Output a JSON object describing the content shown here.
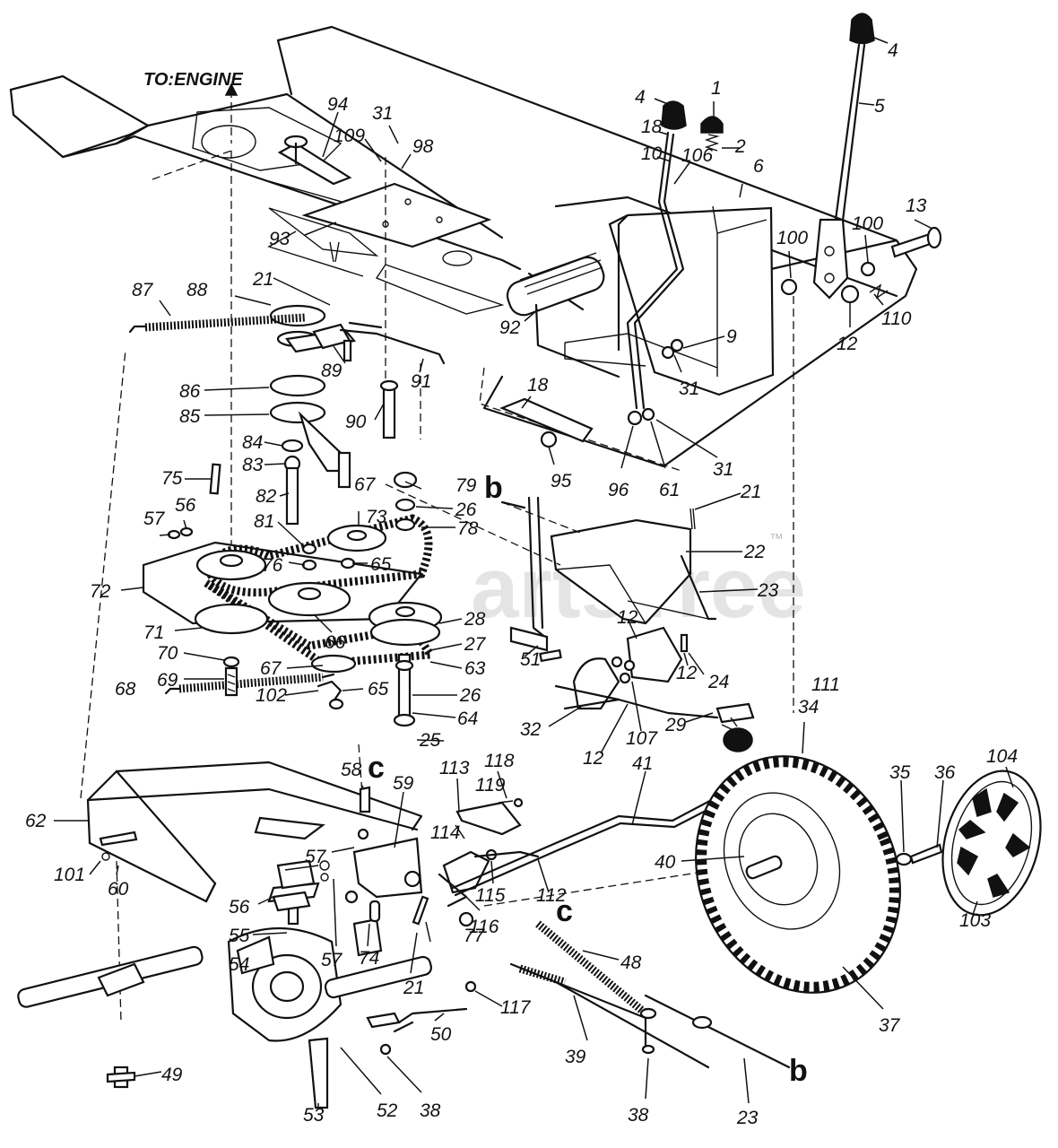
{
  "header": {
    "engine_label": "TO:ENGINE"
  },
  "watermark": {
    "text": "artsTree",
    "trademark": "™"
  },
  "labels": [
    {
      "key": "p4a",
      "text": "4"
    },
    {
      "key": "p4b",
      "text": "4"
    },
    {
      "key": "p5",
      "text": "5"
    },
    {
      "key": "p1",
      "text": "1"
    },
    {
      "key": "p2",
      "text": "2"
    },
    {
      "key": "p18a",
      "text": "18"
    },
    {
      "key": "p10",
      "text": "10"
    },
    {
      "key": "p106",
      "text": "106"
    },
    {
      "key": "p6",
      "text": "6"
    },
    {
      "key": "p13",
      "text": "13"
    },
    {
      "key": "p100a",
      "text": "100"
    },
    {
      "key": "p100b",
      "text": "100"
    },
    {
      "key": "p110",
      "text": "110"
    },
    {
      "key": "p12a",
      "text": "12"
    },
    {
      "key": "p9",
      "text": "9"
    },
    {
      "key": "p31a",
      "text": "31"
    },
    {
      "key": "p31b",
      "text": "31"
    },
    {
      "key": "p31c",
      "text": "31"
    },
    {
      "key": "p94",
      "text": "94"
    },
    {
      "key": "p109",
      "text": "109"
    },
    {
      "key": "p98",
      "text": "98"
    },
    {
      "key": "p93",
      "text": "93"
    },
    {
      "key": "p87",
      "text": "87"
    },
    {
      "key": "p88",
      "text": "88"
    },
    {
      "key": "p21a",
      "text": "21"
    },
    {
      "key": "p92",
      "text": "92"
    },
    {
      "key": "p89",
      "text": "89"
    },
    {
      "key": "p91",
      "text": "91"
    },
    {
      "key": "p86",
      "text": "86"
    },
    {
      "key": "p85",
      "text": "85"
    },
    {
      "key": "p90",
      "text": "90"
    },
    {
      "key": "p18b",
      "text": "18"
    },
    {
      "key": "p84",
      "text": "84"
    },
    {
      "key": "p83",
      "text": "83"
    },
    {
      "key": "p95",
      "text": "95"
    },
    {
      "key": "p96",
      "text": "96"
    },
    {
      "key": "p61",
      "text": "61"
    },
    {
      "key": "p75",
      "text": "75"
    },
    {
      "key": "p82",
      "text": "82"
    },
    {
      "key": "p67a",
      "text": "67"
    },
    {
      "key": "p79",
      "text": "79"
    },
    {
      "key": "p21b",
      "text": "21"
    },
    {
      "key": "p57a",
      "text": "57"
    },
    {
      "key": "p56a",
      "text": "56"
    },
    {
      "key": "p81",
      "text": "81"
    },
    {
      "key": "p73",
      "text": "73"
    },
    {
      "key": "p26a",
      "text": "26"
    },
    {
      "key": "p78",
      "text": "78"
    },
    {
      "key": "p22",
      "text": "22"
    },
    {
      "key": "p76",
      "text": "76"
    },
    {
      "key": "p65a",
      "text": "65"
    },
    {
      "key": "p72",
      "text": "72"
    },
    {
      "key": "p23a",
      "text": "23"
    },
    {
      "key": "p28",
      "text": "28"
    },
    {
      "key": "p71",
      "text": "71"
    },
    {
      "key": "p66",
      "text": "66"
    },
    {
      "key": "p12b",
      "text": "12"
    },
    {
      "key": "p27",
      "text": "27"
    },
    {
      "key": "p70",
      "text": "70"
    },
    {
      "key": "p69",
      "text": "69"
    },
    {
      "key": "p67b",
      "text": "67"
    },
    {
      "key": "p63",
      "text": "63"
    },
    {
      "key": "p51",
      "text": "51"
    },
    {
      "key": "p12c",
      "text": "12"
    },
    {
      "key": "p24",
      "text": "24"
    },
    {
      "key": "p68",
      "text": "68"
    },
    {
      "key": "p102",
      "text": "102"
    },
    {
      "key": "p26b",
      "text": "26"
    },
    {
      "key": "p65b",
      "text": "65"
    },
    {
      "key": "p64",
      "text": "64"
    },
    {
      "key": "p32",
      "text": "32"
    },
    {
      "key": "p107",
      "text": "107"
    },
    {
      "key": "p12d",
      "text": "12"
    },
    {
      "key": "p111",
      "text": "111"
    },
    {
      "key": "p34",
      "text": "34"
    },
    {
      "key": "p25",
      "text": "25"
    },
    {
      "key": "p29",
      "text": "29"
    },
    {
      "key": "p118",
      "text": "118"
    },
    {
      "key": "p58",
      "text": "58"
    },
    {
      "key": "p113",
      "text": "113"
    },
    {
      "key": "p119",
      "text": "119"
    },
    {
      "key": "p59",
      "text": "59"
    },
    {
      "key": "p41",
      "text": "41"
    },
    {
      "key": "p35",
      "text": "35"
    },
    {
      "key": "p36",
      "text": "36"
    },
    {
      "key": "p104",
      "text": "104"
    },
    {
      "key": "p62",
      "text": "62"
    },
    {
      "key": "p114",
      "text": "114"
    },
    {
      "key": "p57b",
      "text": "57"
    },
    {
      "key": "p101",
      "text": "101"
    },
    {
      "key": "p60",
      "text": "60"
    },
    {
      "key": "p40",
      "text": "40"
    },
    {
      "key": "p115",
      "text": "115"
    },
    {
      "key": "p112",
      "text": "112"
    },
    {
      "key": "p116",
      "text": "116"
    },
    {
      "key": "p56b",
      "text": "56"
    },
    {
      "key": "p55",
      "text": "55"
    },
    {
      "key": "p77",
      "text": "77"
    },
    {
      "key": "p103",
      "text": "103"
    },
    {
      "key": "p54",
      "text": "54"
    },
    {
      "key": "p57c",
      "text": "57"
    },
    {
      "key": "p74",
      "text": "74"
    },
    {
      "key": "p48",
      "text": "48"
    },
    {
      "key": "p21c",
      "text": "21"
    },
    {
      "key": "p117",
      "text": "117"
    },
    {
      "key": "p50",
      "text": "50"
    },
    {
      "key": "p37",
      "text": "37"
    },
    {
      "key": "p49",
      "text": "49"
    },
    {
      "key": "p39",
      "text": "39"
    },
    {
      "key": "p53",
      "text": "53"
    },
    {
      "key": "p52",
      "text": "52"
    },
    {
      "key": "p38a",
      "text": "38"
    },
    {
      "key": "p38b",
      "text": "38"
    },
    {
      "key": "p23b",
      "text": "23"
    }
  ],
  "reference_marks": [
    {
      "key": "b1",
      "text": "b"
    },
    {
      "key": "c1",
      "text": "c"
    },
    {
      "key": "c2",
      "text": "c"
    },
    {
      "key": "b2",
      "text": "b"
    }
  ]
}
